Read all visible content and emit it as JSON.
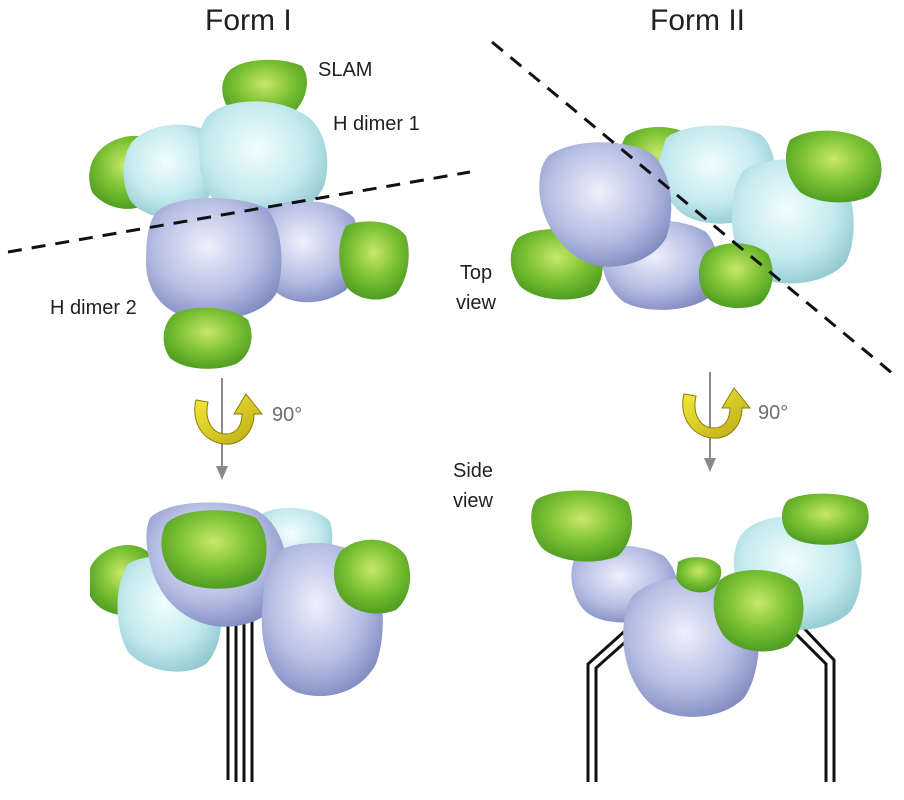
{
  "labels": {
    "form1": "Form I",
    "form2": "Form II",
    "slam": "SLAM",
    "h_dimer_1": "H dimer 1",
    "h_dimer_2": "H dimer 2",
    "top_view_line1": "Top",
    "top_view_line2": "view",
    "side_view_line1": "Side",
    "side_view_line2": "view",
    "rotation_left": "90°",
    "rotation_right": "90°"
  },
  "colors": {
    "slam": "#66bb2e",
    "h_dimer_1": "#bfe9ec",
    "h_dimer_2": "#b2b9e0",
    "rotation_arrow": "#e6dc1e",
    "axis": "#8a8a8a",
    "text": "#231f20"
  }
}
